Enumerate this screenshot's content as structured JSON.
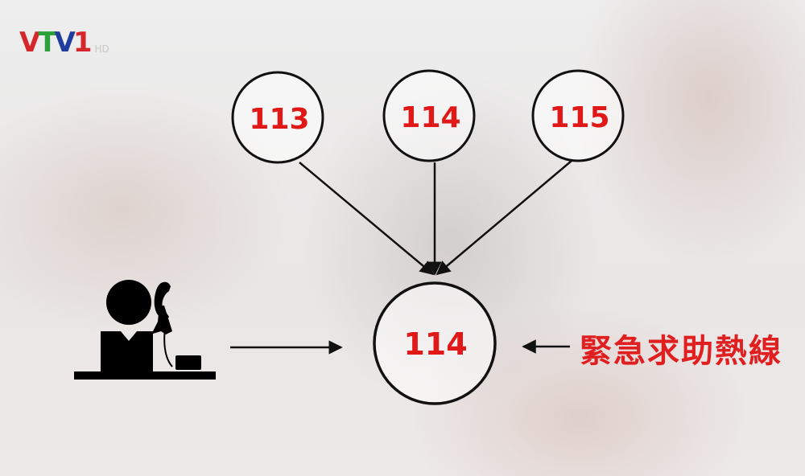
{
  "broadcaster": {
    "logo_letters": [
      "V",
      "T",
      "V",
      "1"
    ],
    "logo_colors": [
      "#d7262b",
      "#2ca13a",
      "#1f3d9c",
      "#d7262b"
    ],
    "hd_label": "HD"
  },
  "diagram": {
    "top_nodes": [
      {
        "label": "113"
      },
      {
        "label": "114"
      },
      {
        "label": "115"
      }
    ],
    "center_node": {
      "label": "114"
    },
    "caller_icon": "person-on-phone-icon",
    "hotline_label": "緊急求助熱線",
    "colors": {
      "number": "#e01818",
      "label": "#e02020",
      "stroke": "#111111"
    }
  }
}
